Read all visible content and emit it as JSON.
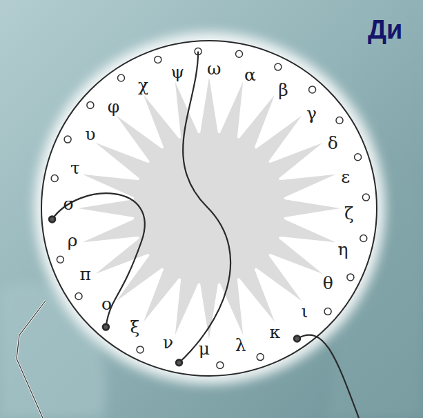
{
  "diagram": {
    "title": "Ди",
    "labels": [
      "ω",
      "α",
      "β",
      "γ",
      "δ",
      "ε",
      "ζ",
      "η",
      "θ",
      "ι",
      "κ",
      "λ",
      "μ",
      "ν",
      "ξ",
      "ο",
      "π",
      "ρ",
      "σ",
      "τ",
      "υ",
      "φ",
      "χ",
      "ψ"
    ]
  }
}
